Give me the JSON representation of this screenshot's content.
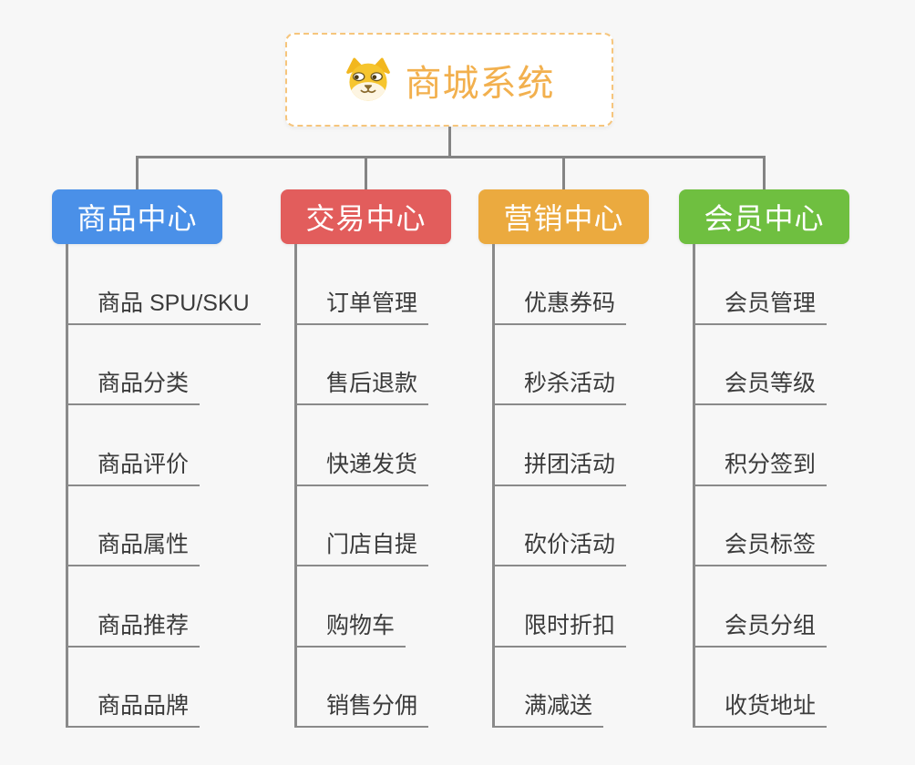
{
  "root": {
    "title": "商城系统",
    "icon": "dog-face-icon",
    "title_color": "#f2b04e",
    "border_color": "#f6c57c"
  },
  "connector_color": "#848484",
  "branches": [
    {
      "label": "商品中心",
      "color": "#4a90e8",
      "children": [
        "商品 SPU/SKU",
        "商品分类",
        "商品评价",
        "商品属性",
        "商品推荐",
        "商品品牌"
      ]
    },
    {
      "label": "交易中心",
      "color": "#e25d5c",
      "children": [
        "订单管理",
        "售后退款",
        "快递发货",
        "门店自提",
        "购物车",
        "销售分佣"
      ]
    },
    {
      "label": "营销中心",
      "color": "#ebaa3f",
      "children": [
        "优惠券码",
        "秒杀活动",
        "拼团活动",
        "砍价活动",
        "限时折扣",
        "满减送"
      ]
    },
    {
      "label": "会员中心",
      "color": "#6fbf40",
      "children": [
        "会员管理",
        "会员等级",
        "积分签到",
        "会员标签",
        "会员分组",
        "收货地址"
      ]
    }
  ]
}
